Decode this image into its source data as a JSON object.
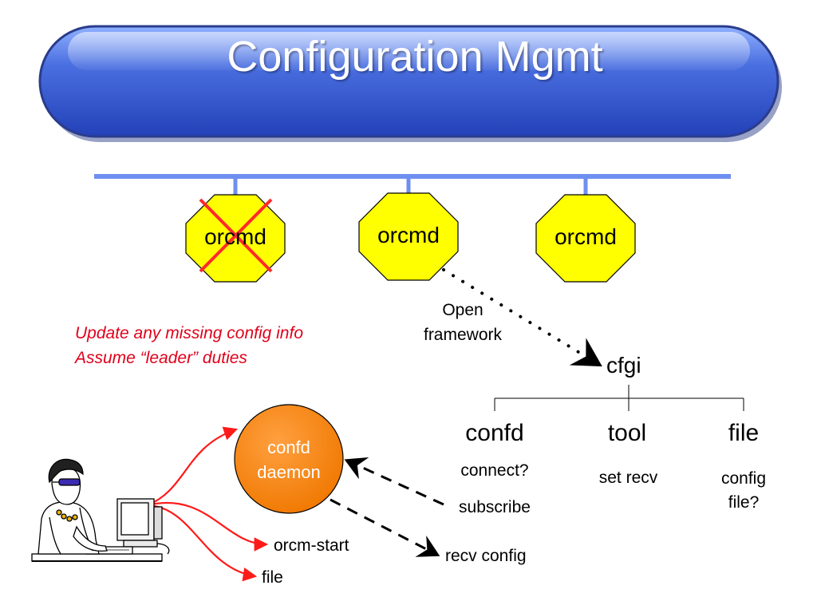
{
  "title": "Configuration Mgmt",
  "nodes": {
    "orcmd_left": "orcmd",
    "orcmd_middle": "orcmd",
    "orcmd_right": "orcmd"
  },
  "notes": {
    "line1": "Update any missing config info",
    "line2": "Assume “leader” duties"
  },
  "open_framework": {
    "line1": "Open",
    "line2": "framework"
  },
  "tree": {
    "root": "cfgi",
    "children": [
      {
        "name": "confd",
        "details": [
          "connect?",
          "subscribe"
        ]
      },
      {
        "name": "tool",
        "details": [
          "set recv"
        ]
      },
      {
        "name": "file",
        "details": [
          "config",
          "file?"
        ]
      }
    ]
  },
  "daemon": {
    "line1": "confd",
    "line2": "daemon"
  },
  "outputs": {
    "orcm_start": "orcm-start",
    "file": "file",
    "recv_config": "recv config"
  },
  "colors": {
    "title_banner": "#4a6fe0",
    "network_bus": "#6f8ff0",
    "octagon_fill": "#ffff00",
    "cross": "#ff2a2a",
    "daemon_fill": "#ff8c1a",
    "note_text": "#e0001a",
    "arrows_red": "#ff1a1a"
  },
  "icons": {
    "user_figure": "person-at-computer-icon",
    "failed_node": "red-x-icon"
  }
}
